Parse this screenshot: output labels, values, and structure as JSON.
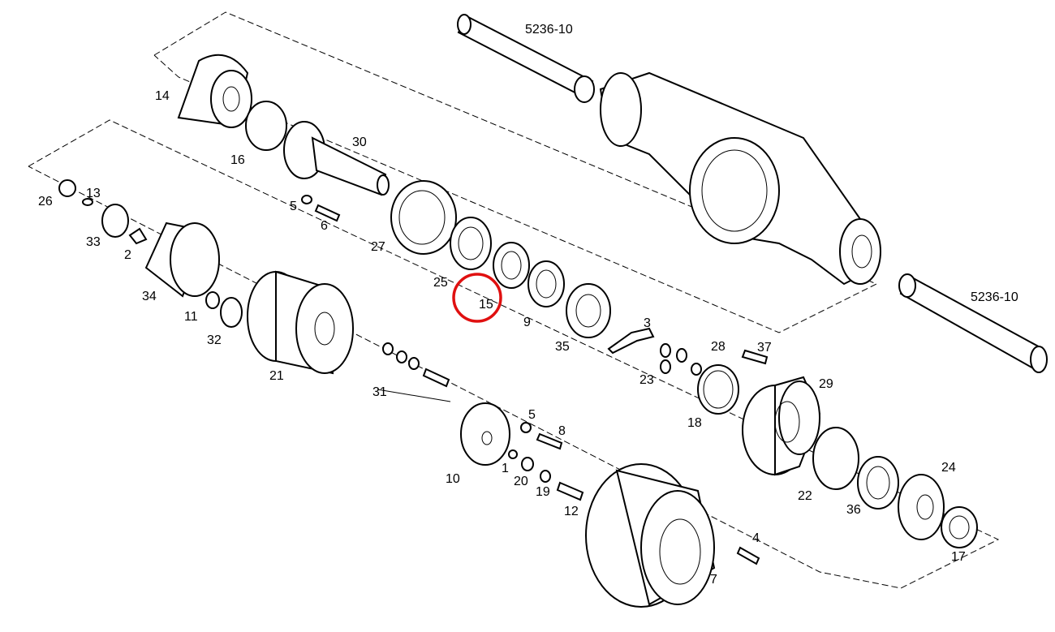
{
  "title": "Axle hub exploded parts diagram",
  "highlight_color": "#e01010",
  "highlighted_part": "15",
  "refs": [
    "5236-10",
    "5236-10"
  ],
  "labels": [
    "14",
    "16",
    "30",
    "5",
    "6",
    "27",
    "26",
    "13",
    "33",
    "2",
    "34",
    "11",
    "32",
    "21",
    "25",
    "15",
    "9",
    "35",
    "3",
    "28",
    "37",
    "23",
    "18",
    "29",
    "31",
    "5",
    "8",
    "10",
    "1",
    "20",
    "19",
    "12",
    "22",
    "36",
    "24",
    "17",
    "4",
    "7"
  ]
}
